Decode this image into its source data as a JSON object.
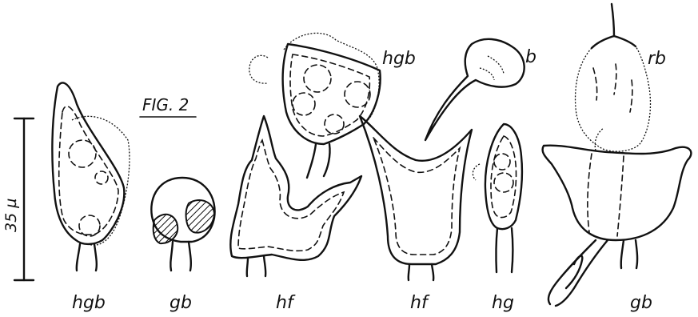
{
  "figure_label": "FIG. 2",
  "scale_label": "35 µ",
  "labels": {
    "hgb_top": "hgb",
    "b_top": "b",
    "rb_top": "rb",
    "hgb_bottom": "hgb",
    "gb_bottom_1": "gb",
    "hf_bottom_1": "hf",
    "hf_bottom_2": "hf",
    "hg_bottom": "hg",
    "gb_bottom_2": "gb"
  }
}
